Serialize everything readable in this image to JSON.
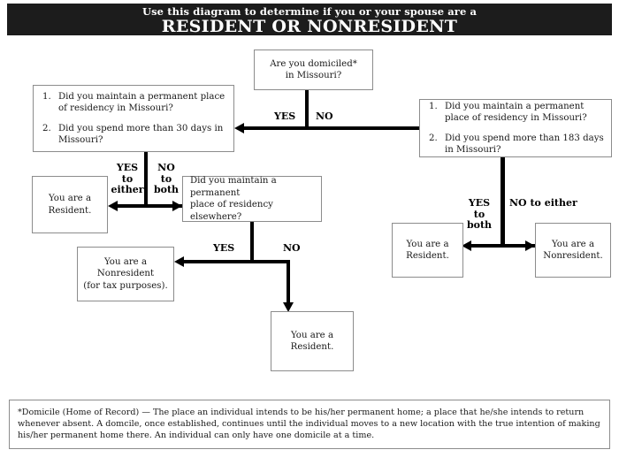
{
  "header": {
    "line1": "Use this diagram to determine if you or your spouse are a",
    "line2": "RESIDENT OR NONRESIDENT",
    "background": "#1c1c1c",
    "text_color": "#ffffff"
  },
  "nodes": {
    "domiciled": {
      "line1": "Are you domiciled*",
      "line2": "in Missouri?"
    },
    "left_questions": {
      "num1": "1.",
      "q1": "Did you maintain a permanent place of residency in Missouri?",
      "num2": "2.",
      "q2": "Did you spend more than 30 days in Missouri?"
    },
    "right_questions": {
      "num1": "1.",
      "q1": "Did you maintain a permanent place of residency in Missouri?",
      "num2": "2.",
      "q2": "Did you spend more than 183 days in Missouri?"
    },
    "left_resident": {
      "line1": "You are a",
      "line2": "Resident."
    },
    "elsewhere": {
      "line1": "Did you maintain a permanent",
      "line2": "place of residency elsewhere?"
    },
    "nonresident_tax": {
      "line1": "You are a",
      "line2": "Nonresident",
      "line3": "(for tax purposes)."
    },
    "bottom_resident": {
      "line1": "You are a",
      "line2": "Resident."
    },
    "right_resident": {
      "line1": "You are a",
      "line2": "Resident."
    },
    "right_nonresident": {
      "line1": "You are a",
      "line2": "Nonresident."
    }
  },
  "edges": {
    "top_yes": "YES",
    "top_no": "NO",
    "left_yes_either_l1": "YES",
    "left_yes_either_l2": "to",
    "left_yes_either_l3": "either",
    "left_no_both_l1": "NO",
    "left_no_both_l2": "to",
    "left_no_both_l3": "both",
    "mid_yes": "YES",
    "mid_no": "NO",
    "right_yes_both_l1": "YES",
    "right_yes_both_l2": "to",
    "right_yes_both_l3": "both",
    "right_no_either": "NO to either"
  },
  "footnote": {
    "text": "*Domicile (Home of Record) — The place an individual intends to be his/her permanent home; a place that he/she intends to return whenever absent.  A domcile, once established, continues until the individual moves to a new location with the true intention of making his/her permanent home there.  An individual can only have one domicile at a time."
  }
}
